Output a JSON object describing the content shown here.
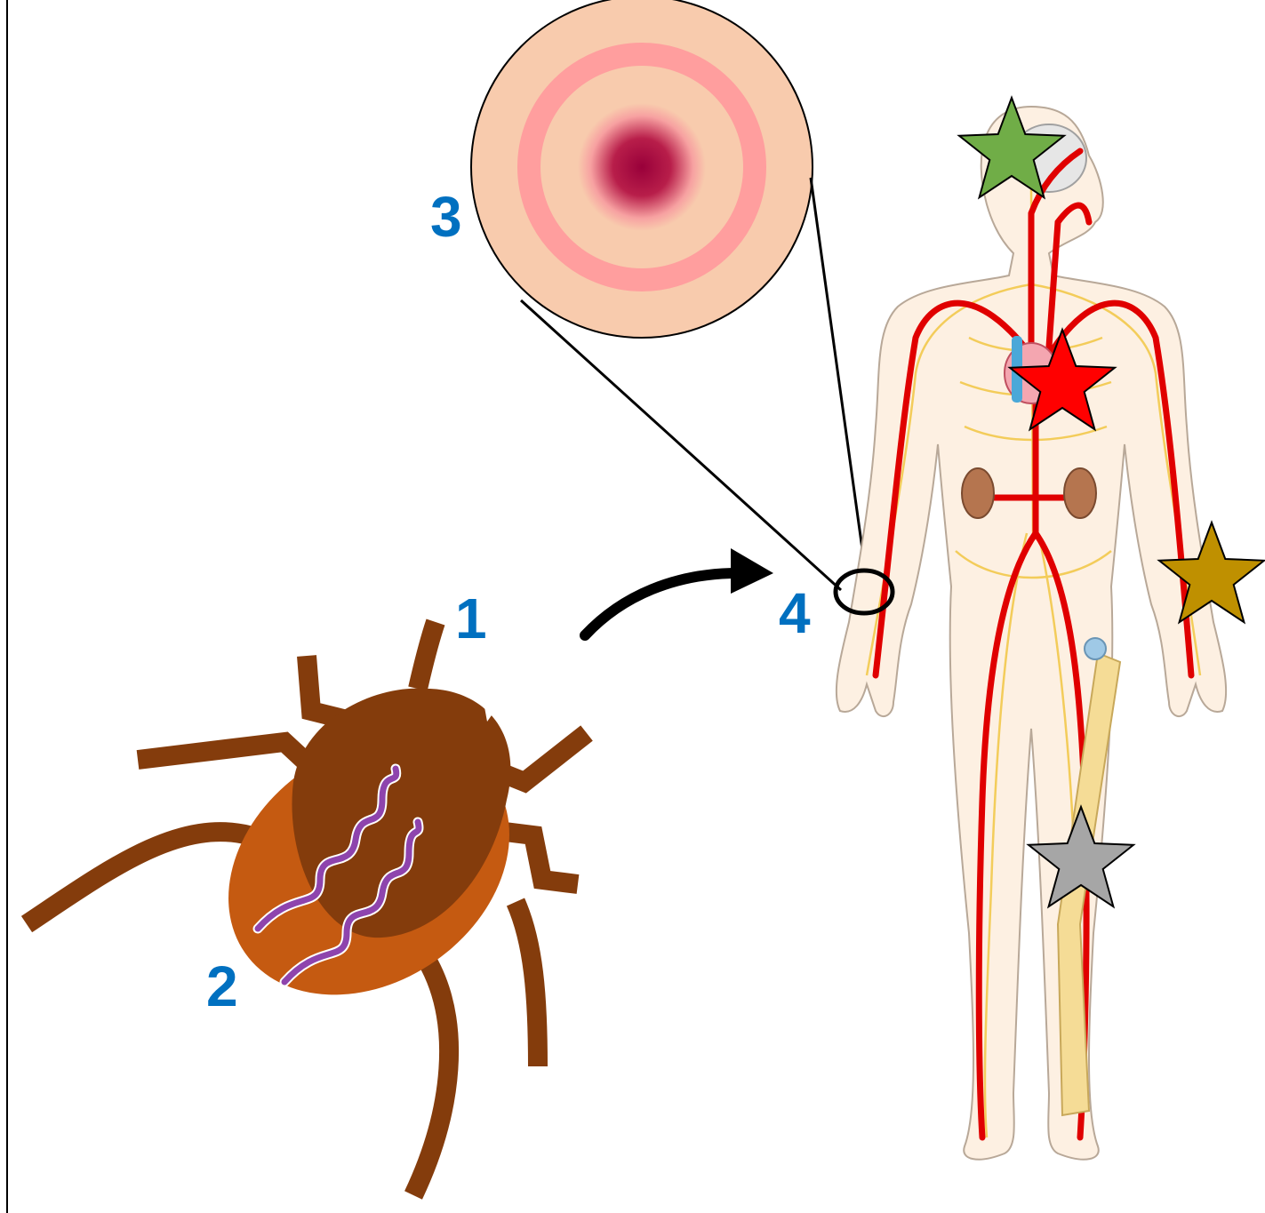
{
  "labels": {
    "tick_mouthparts": "1",
    "spirochetes": "2",
    "bullseye_rash": "3",
    "bite_site": "4"
  },
  "colors": {
    "label_blue": "#0070c0",
    "tick_body": "#c55a11",
    "tick_shield": "#843c0c",
    "spirochete": "#8e44ad",
    "skin": "#f8cbad",
    "ring": "#ff9e9e",
    "center": "#99003a",
    "artery": "#e00000",
    "nerve": "#f2c94c",
    "star_brain": "#70ad47",
    "star_heart": "#ff0000",
    "star_joint_arm": "#bf9000",
    "star_joint_knee": "#a6a6a6"
  },
  "icons": {
    "tick": "tick-icon",
    "rash": "bullseye-rash-icon",
    "body": "human-circulatory-body-icon",
    "arrow": "curved-arrow-icon",
    "stars": "star-icon"
  }
}
